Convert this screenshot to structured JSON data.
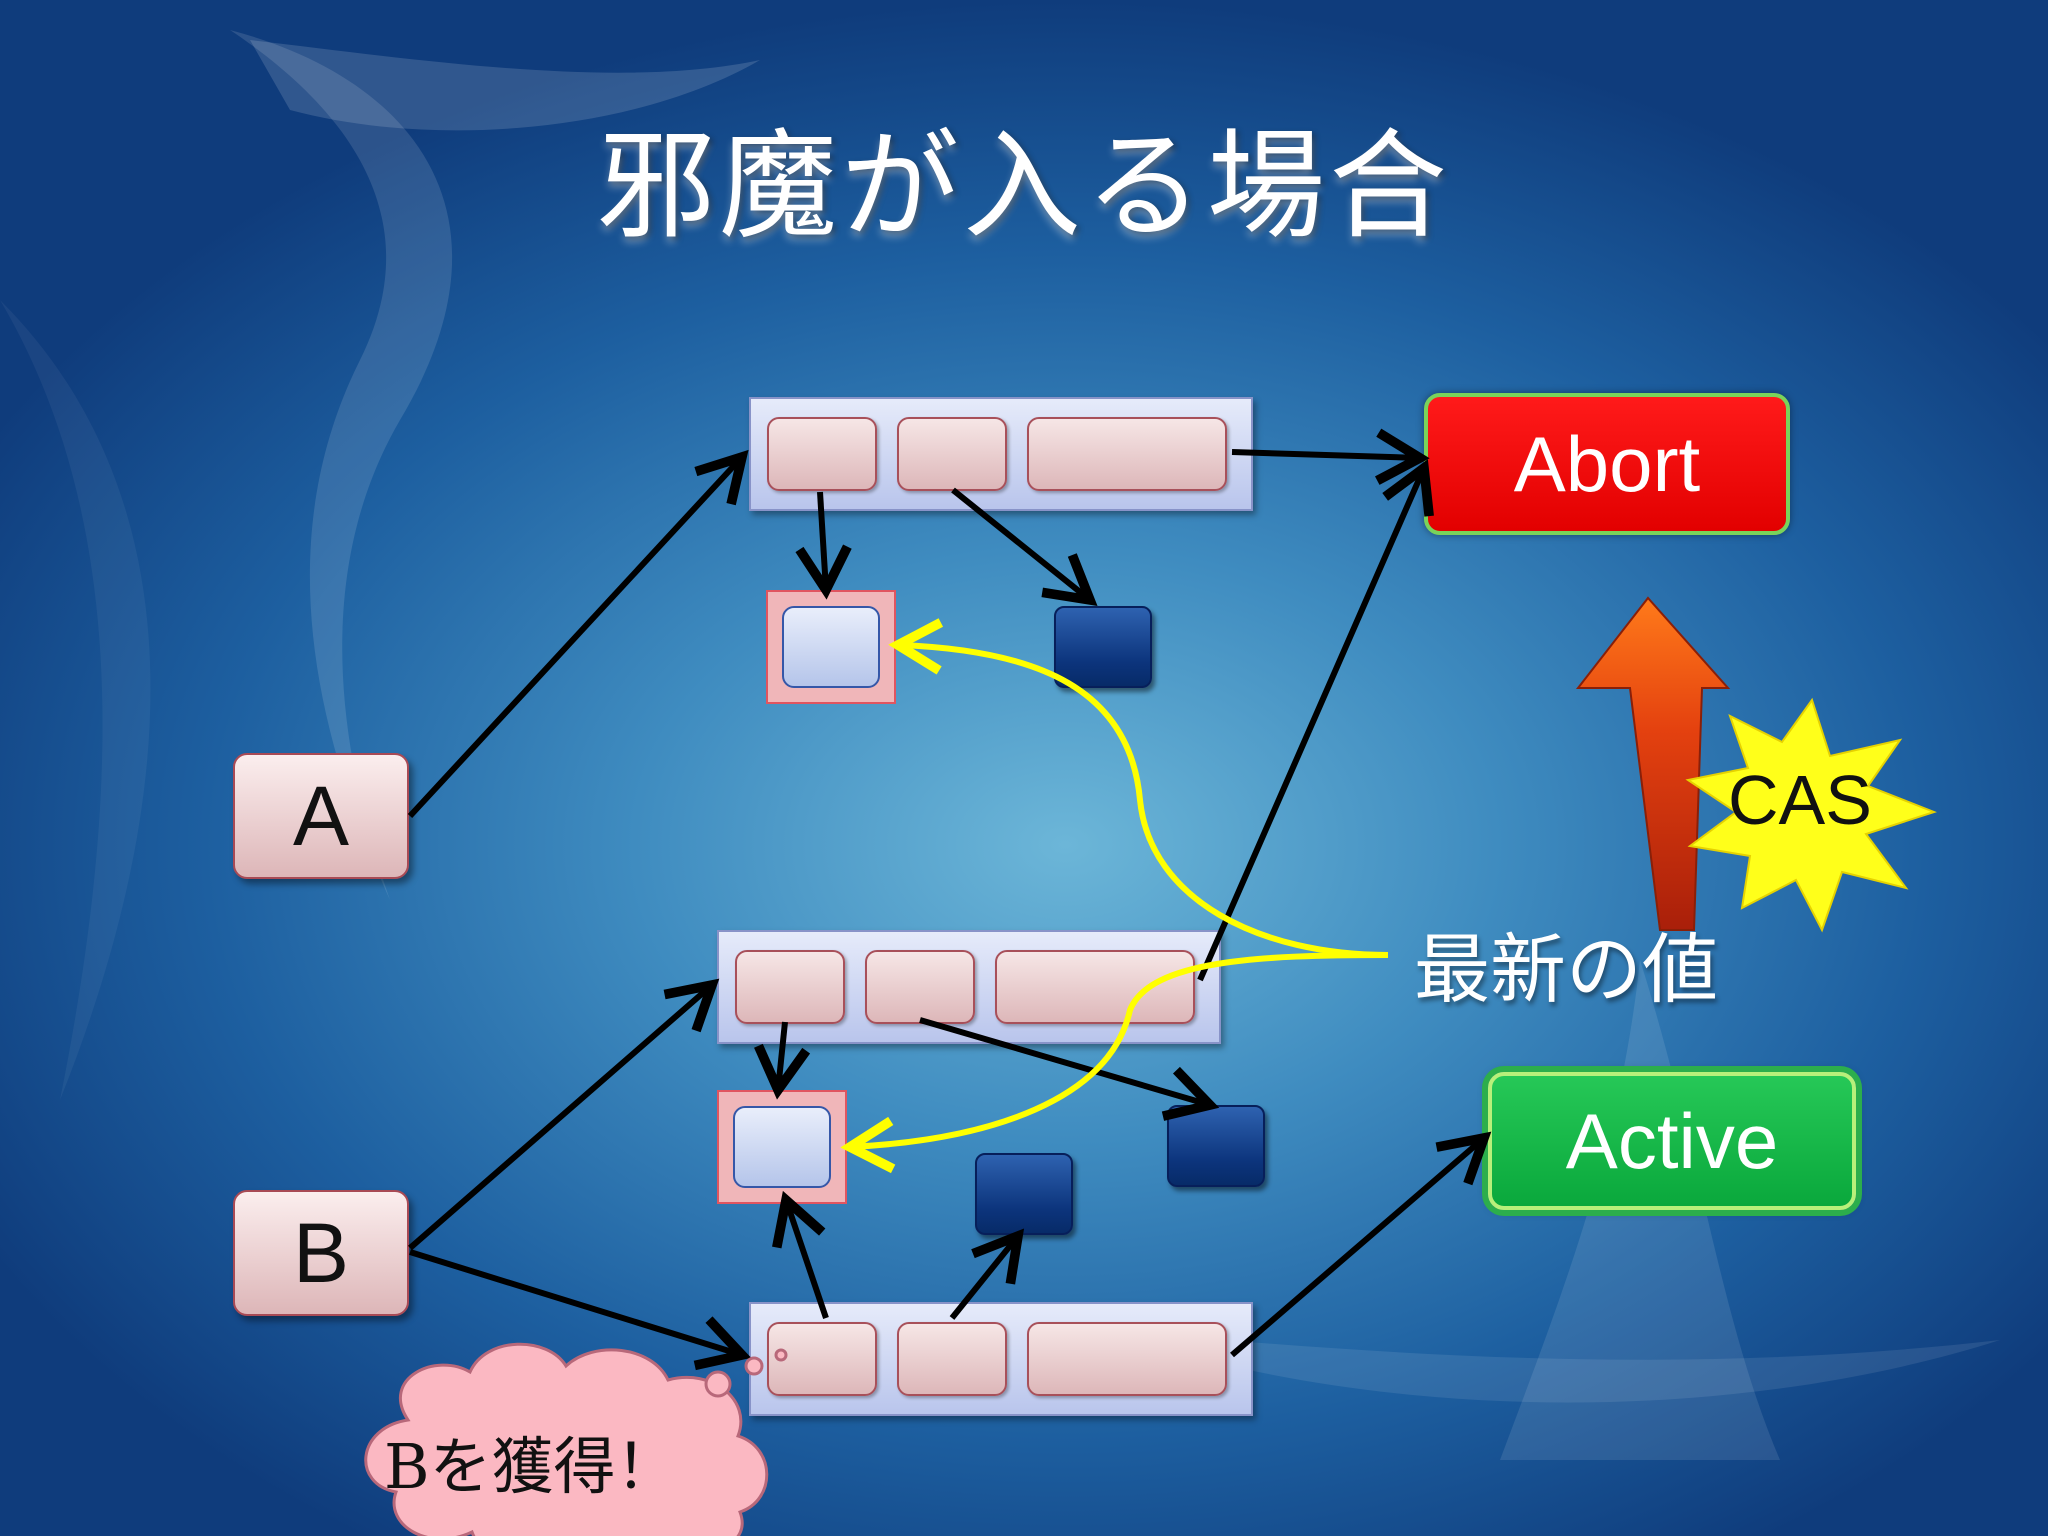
{
  "slide": {
    "title": "邪魔が入る場合"
  },
  "threads": [
    {
      "label": "A"
    },
    {
      "label": "B"
    }
  ],
  "statuses": {
    "abort": "Abort",
    "active": "Active"
  },
  "annotations": {
    "latest_value": "最新の値",
    "cas": "CAS",
    "acquired_b": "Bを獲得！"
  },
  "colors": {
    "abort": "#ff0000",
    "active": "#11b446",
    "latest_value_arrow": "#ffff00",
    "cas_arrow": "#ff6a13",
    "cas_burst": "#ffff1a"
  }
}
